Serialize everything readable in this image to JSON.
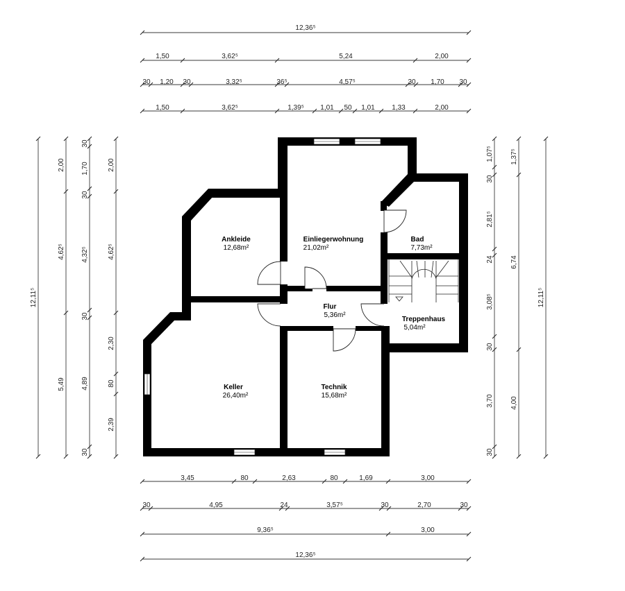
{
  "rooms": [
    {
      "name": "Ankleide",
      "area": "12,68m²"
    },
    {
      "name": "Einliegerwohnung",
      "area": "21,02m²"
    },
    {
      "name": "Bad",
      "area": "7,73m²"
    },
    {
      "name": "Flur",
      "area": "5,36m²"
    },
    {
      "name": "Treppenhaus",
      "area": "5,04m²"
    },
    {
      "name": "Keller",
      "area": "26,40m²"
    },
    {
      "name": "Technik",
      "area": "15,68m²"
    }
  ],
  "dimensions": {
    "top_overall": "12,36⁵",
    "top_row_1": [
      "1,50",
      "3,62⁵",
      "5,24",
      "2,00"
    ],
    "top_row_2": [
      "30",
      "1,20",
      "30",
      "3,32⁵",
      "36⁵",
      "4,57⁵",
      "30",
      "1,70",
      "30"
    ],
    "top_row_3": [
      "1,50",
      "3,62⁵",
      "1,39⁵",
      "1,01",
      "50",
      "1,01",
      "1,33",
      "2,00"
    ],
    "bottom_row_1": [
      "3,45",
      "80",
      "2,63",
      "80",
      "1,69",
      "3,00"
    ],
    "bottom_row_2": [
      "30",
      "4,95",
      "24",
      "3,57⁵",
      "30",
      "2,70",
      "30"
    ],
    "bottom_row_3": [
      "9,36⁵",
      "3,00"
    ],
    "bottom_overall": "12,36⁵",
    "left_overall": "12,11⁵",
    "left_col_1": [
      "2,00",
      "4,62⁵",
      "5,49"
    ],
    "left_col_2": [
      "30",
      "1,70",
      "30",
      "4,32⁵",
      "30",
      "4,89",
      "30"
    ],
    "left_col_3": [
      "2,00",
      "4,62⁵",
      "2,30",
      "80",
      "2,39"
    ],
    "right_col_1": [
      "1,07⁵",
      "30",
      "2,81⁵",
      "24",
      "3,08⁵",
      "30",
      "3,70",
      "30"
    ],
    "right_col_2": [
      "1,37⁵",
      "6,74",
      "4,00"
    ],
    "right_overall": "12,11⁵"
  }
}
